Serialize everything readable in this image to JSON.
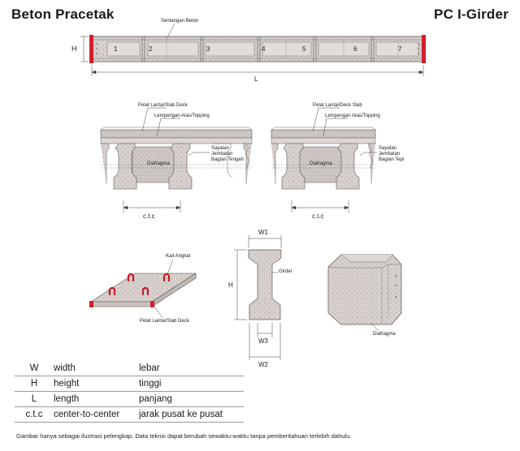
{
  "header": {
    "title": "Beton Pracetak",
    "product": "PC I-Girder"
  },
  "elevation": {
    "label_segment": "Sentangan Beton",
    "dim_height": "H",
    "dim_length": "L",
    "segments": [
      "1",
      "2",
      "3",
      "4",
      "5",
      "6",
      "7"
    ],
    "segment_positions": [
      0.085,
      0.19,
      0.3,
      0.425,
      0.545,
      0.68,
      0.875
    ]
  },
  "section_middle": {
    "label_deck": "Pelat Lantai/Slab Deck",
    "label_topping": "Lempengan Atas/Topping",
    "label_cut_1": "Sayatan",
    "label_cut_2": "Jembatan",
    "label_cut_3": "Bagian Tengah",
    "label_diaphragm": "Diafragma",
    "label_spacing": "c.t.c"
  },
  "section_edge": {
    "label_deck": "Pelat Lantai/Deck Slab",
    "label_topping": "Lempengan Atas/Topping",
    "label_cut_1": "Sayatan",
    "label_cut_2": "Jembatan",
    "label_cut_3": "Bagian Tepi",
    "label_diaphragm": "Diafragma",
    "label_spacing": "c.t.c"
  },
  "slab": {
    "label_hook": "Kait Angkat",
    "label_deck": "Pelat Lantai/Slab Deck"
  },
  "girder": {
    "label_w1": "W1",
    "label_h": "H",
    "label_girder": "Girder",
    "label_w3": "W3",
    "label_w2": "W2"
  },
  "diaphragm": {
    "label": "Diafragma"
  },
  "legend": [
    {
      "sym": "W",
      "en": "width",
      "id": "lebar"
    },
    {
      "sym": "H",
      "en": "height",
      "id": "tinggi"
    },
    {
      "sym": "L",
      "en": "length",
      "id": "panjang"
    },
    {
      "sym": "c.t.c",
      "en": "center-to-center",
      "id": "jarak pusat ke pusat"
    }
  ],
  "footnote": "Gambar hanya sebagai ilustrasi pelengkap. Data teknis dapat berubah sewaktu-waktu tanpa pemberitahuan terlebih dahulu.",
  "colors": {
    "concrete": "#d6cfcc",
    "outline": "#4a4a4a",
    "accent": "#d0202a"
  }
}
